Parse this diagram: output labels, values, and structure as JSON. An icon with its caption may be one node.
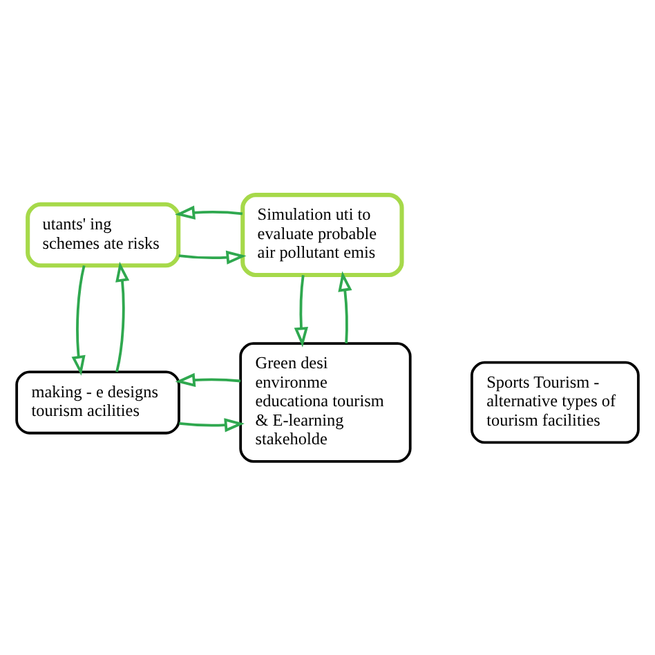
{
  "diagram": {
    "nodes": [
      {
        "text": [
          "utants' ing schemes ate risks"
        ]
      },
      {
        "text": [
          "Simulation uti to evaluate probable air pollutant emis"
        ]
      },
      {
        "text": [
          "Sports Tourism - alternative types of tourism facilities"
        ]
      },
      {
        "text": [
          "making - e designs tourism acilities"
        ]
      },
      {
        "text": [
          "Green desi environme educationa tourism & E-learning stakeholde"
        ]
      }
    ],
    "edges": [
      {
        "from": 0,
        "to": 1,
        "arrow": "to"
      },
      {
        "from": 1,
        "to": 0,
        "arrow": "to"
      },
      {
        "from": 0,
        "to": 3,
        "arrow": "to"
      },
      {
        "from": 3,
        "to": 0,
        "arrow": "to"
      },
      {
        "from": 1,
        "to": 4,
        "arrow": "to"
      },
      {
        "from": 4,
        "to": 1,
        "arrow": "to"
      },
      {
        "from": 3,
        "to": 4,
        "arrow": "to"
      },
      {
        "from": 4,
        "to": 3,
        "arrow": "to"
      }
    ]
  }
}
